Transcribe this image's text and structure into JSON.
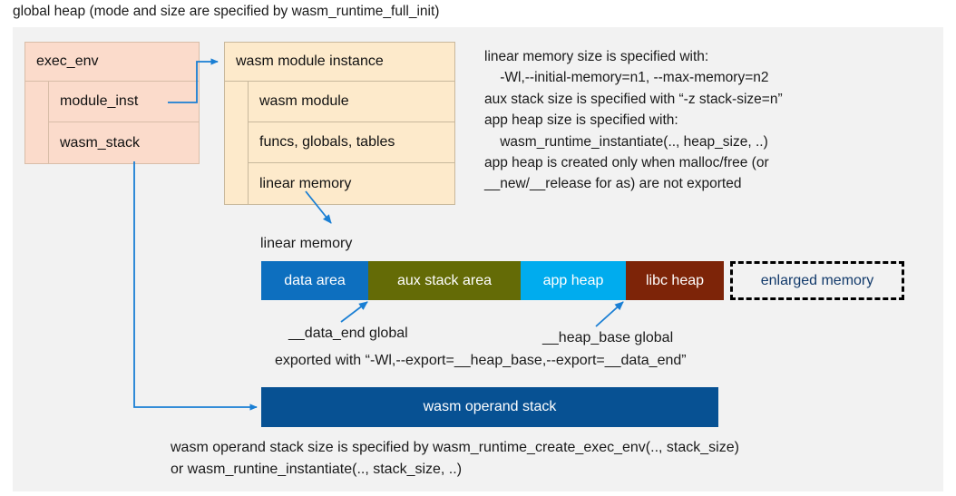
{
  "title": "global heap (mode and size are specified by wasm_runtime_full_init)",
  "colors": {
    "panel_bg": "#f2f2f2",
    "exec_env_fill": "#fbdbcb",
    "module_fill": "#fdeacb",
    "data_area": "#0d6fbf",
    "aux_stack_area": "#646b06",
    "app_heap": "#00ACEE",
    "libc_heap": "#7d2408",
    "enlarged_memory_text": "#123a6b",
    "operand_stack": "#075193",
    "connector": "#1a7fd4"
  },
  "exec_env": {
    "header": "exec_env",
    "rows": [
      "module_inst",
      "wasm_stack"
    ]
  },
  "module_instance": {
    "header": "wasm module instance",
    "rows": [
      "wasm module",
      "funcs, globals, tables",
      "linear memory"
    ]
  },
  "note": {
    "lines": [
      "linear memory size is specified with:",
      "    -Wl,--initial-memory=n1, --max-memory=n2",
      "aux stack size is specified with “-z stack-size=n”",
      "app heap size is specified with:",
      "    wasm_runtime_instantiate(.., heap_size, ..)",
      "app heap is created only when malloc/free (or",
      "__new/__release for as) are not exported"
    ],
    "text": "linear memory size is specified with:\n    -Wl,--initial-memory=n1, --max-memory=n2\naux stack size is specified with “-z stack-size=n”\napp heap size is specified with:\n    wasm_runtime_instantiate(.., heap_size, ..)\napp heap is created only when malloc/free (or\n__new/__release for as) are not exported"
  },
  "linear_memory": {
    "label": "linear memory",
    "segments": [
      {
        "label": "data area",
        "color": "#0d6fbf",
        "width": 118
      },
      {
        "label": "aux stack area",
        "color": "#646b06",
        "width": 168
      },
      {
        "label": "app heap",
        "color": "#00ACEE",
        "width": 116
      },
      {
        "label": "libc heap",
        "color": "#7d2408",
        "width": 108
      },
      {
        "label": "enlarged memory",
        "color": "#f2f2f2",
        "width": 192,
        "dashed": true
      }
    ]
  },
  "annotations": {
    "data_end": "__data_end global",
    "heap_base": "__heap_base global",
    "exported_with": "exported with “-Wl,--export=__heap_base,--export=__data_end”"
  },
  "operand_stack": {
    "label": "wasm operand stack",
    "caption": "wasm operand stack size is specified by wasm_runtime_create_exec_env(.., stack_size)\nor wasm_runtine_instantiate(.., stack_size, ..)"
  }
}
